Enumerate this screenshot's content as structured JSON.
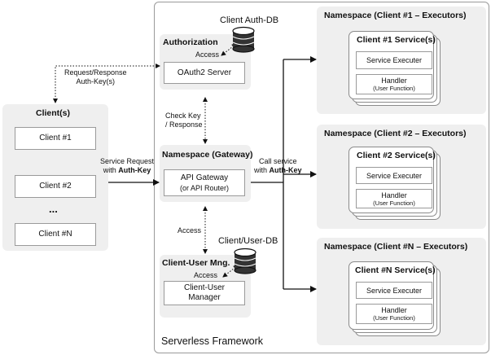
{
  "framework": {
    "title": "Serverless Framework"
  },
  "clients": {
    "title": "Client(s)",
    "items": [
      "Client #1",
      "Client #2",
      "Client #N"
    ],
    "ellipsis": "..."
  },
  "authorization": {
    "title": "Authorization",
    "server": "OAuth2 Server",
    "db": "Client Auth-DB",
    "access": "Access"
  },
  "gateway_ns": {
    "title": "Namespace (Gateway)",
    "gateway_line1": "API Gateway",
    "gateway_line2": "(or API Router)"
  },
  "user_mng": {
    "title": "Client-User Mng.",
    "db": "Client/User-DB",
    "access": "Access",
    "manager_line1": "Client-User",
    "manager_line2": "Manager"
  },
  "edges": {
    "req_resp_line1": "Request/Response",
    "req_resp_line2": "Auth-Key(s)",
    "check_key_line1": "Check Key",
    "check_key_line2": "/ Response",
    "access": "Access",
    "service_request_line1": "Service Request",
    "service_request_line2_prefix": "with ",
    "service_request_line2_bold": "Auth-Key",
    "call_service_line1": "Call service",
    "call_service_line2_prefix": "with ",
    "call_service_line2_bold": "Auth-Key"
  },
  "namespaces": [
    {
      "title": "Namespace (Client #1 – Executors)",
      "service": "Client #1 Service(s)",
      "executer": "Service Executer",
      "handler": "Handler",
      "handler_sub": "(User Function)"
    },
    {
      "title": "Namespace (Client #2 – Executors)",
      "service": "Client #2 Service(s)",
      "executer": "Service Executer",
      "handler": "Handler",
      "handler_sub": "(User Function)"
    },
    {
      "title": "Namespace (Client #N – Executors)",
      "service": "Client #N Service(s)",
      "executer": "Service Executer",
      "handler": "Handler",
      "handler_sub": "(User Function)"
    }
  ]
}
